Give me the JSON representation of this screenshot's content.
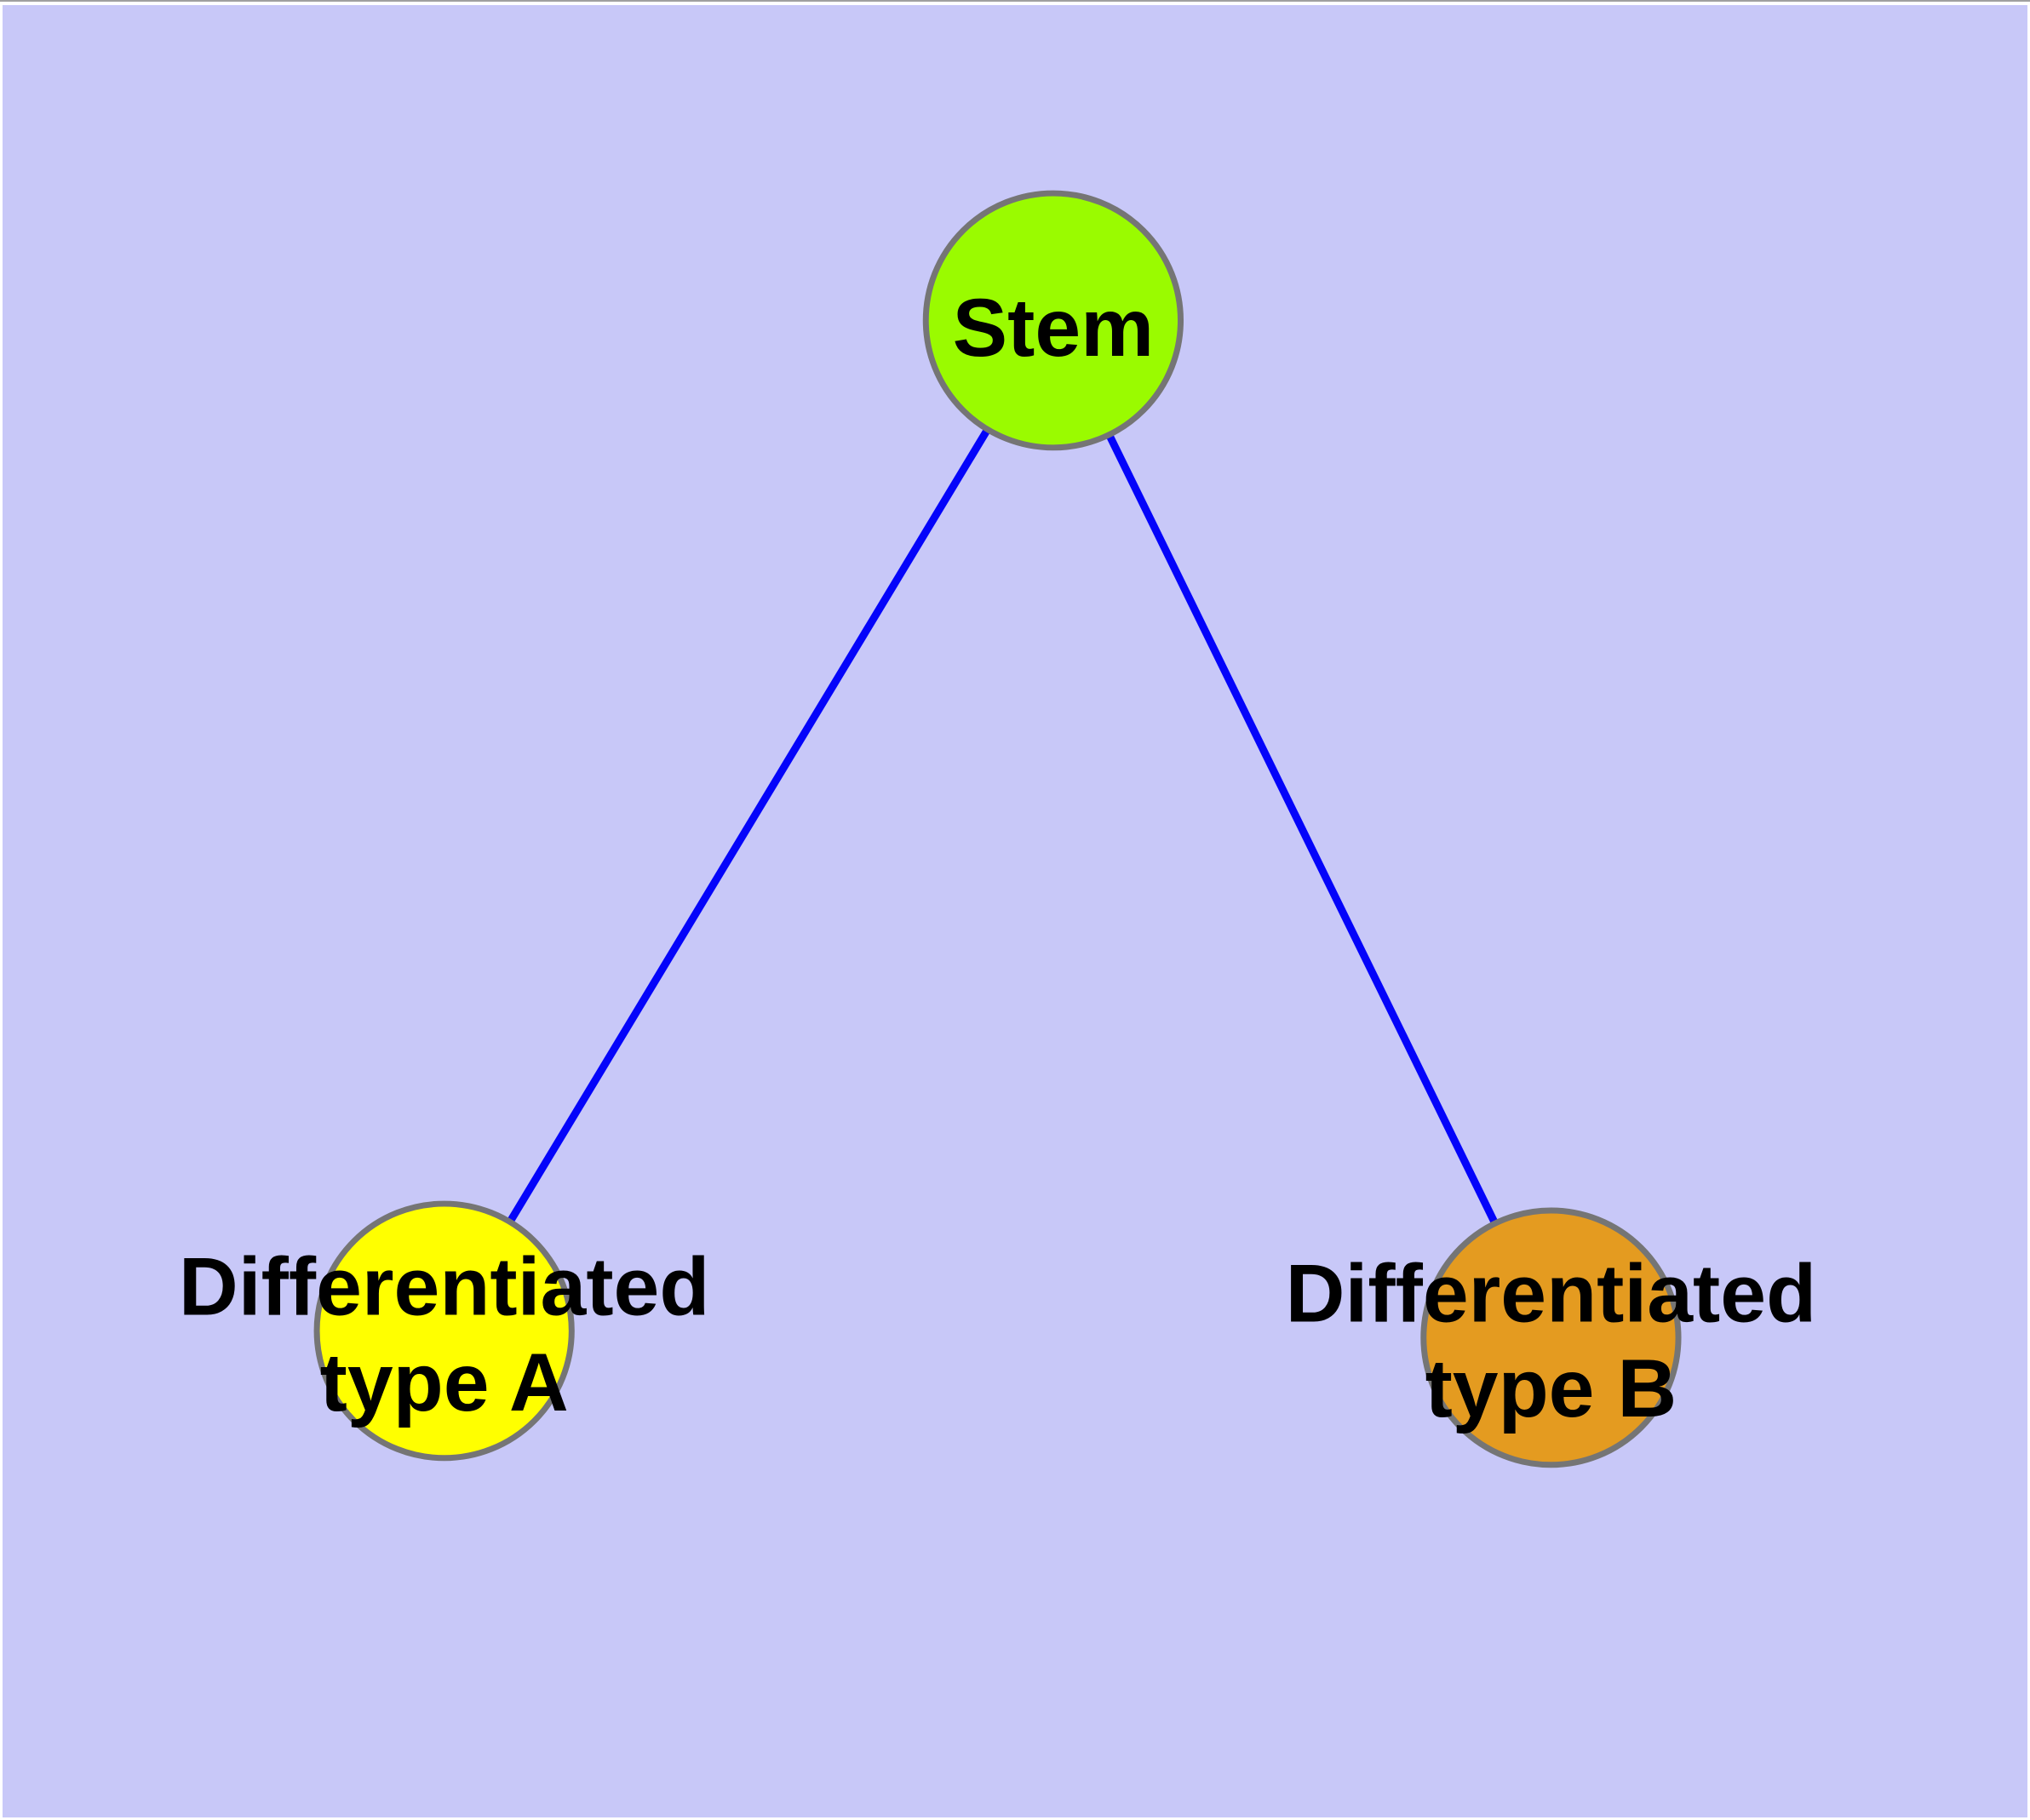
{
  "canvas": {
    "background_color": "#c8c8f8",
    "frame_color": "#ffffff",
    "top_hairline_color": "#a0a0a0"
  },
  "diagram": {
    "type": "node-link-graph",
    "edge_color": "#0404fa",
    "node_border_color": "#757575",
    "label_color": "#000000",
    "nodes": [
      {
        "id": "stem",
        "label": "Stem",
        "fill": "#9afb00"
      },
      {
        "id": "differentiated-type-a",
        "label_line1": "Differentiated",
        "label_line2": "type A",
        "fill": "#ffff00"
      },
      {
        "id": "differentiated-type-b",
        "label_line1": "Differentiated",
        "label_line2": "type B",
        "fill": "#e49b20"
      }
    ],
    "edges": [
      {
        "from": "stem",
        "to": "differentiated-type-a"
      },
      {
        "from": "stem",
        "to": "differentiated-type-b"
      }
    ]
  }
}
